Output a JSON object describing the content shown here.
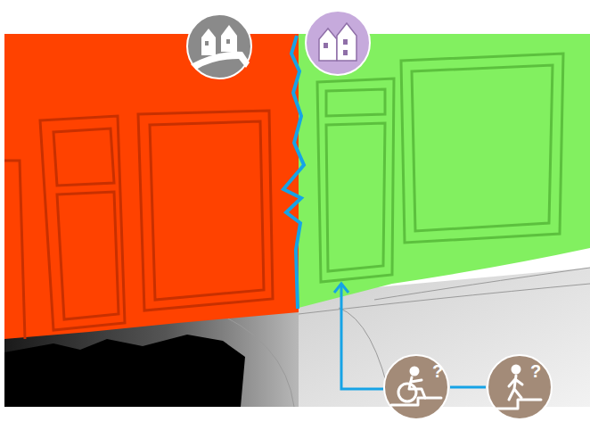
{
  "diagram": {
    "nodes": [
      {
        "text": [
          "?"
        ]
      },
      {
        "text": [
          "?"
        ]
      }
    ],
    "edges": [
      {
        "from": 0,
        "to": 1,
        "arrow": "none"
      }
    ]
  }
}
